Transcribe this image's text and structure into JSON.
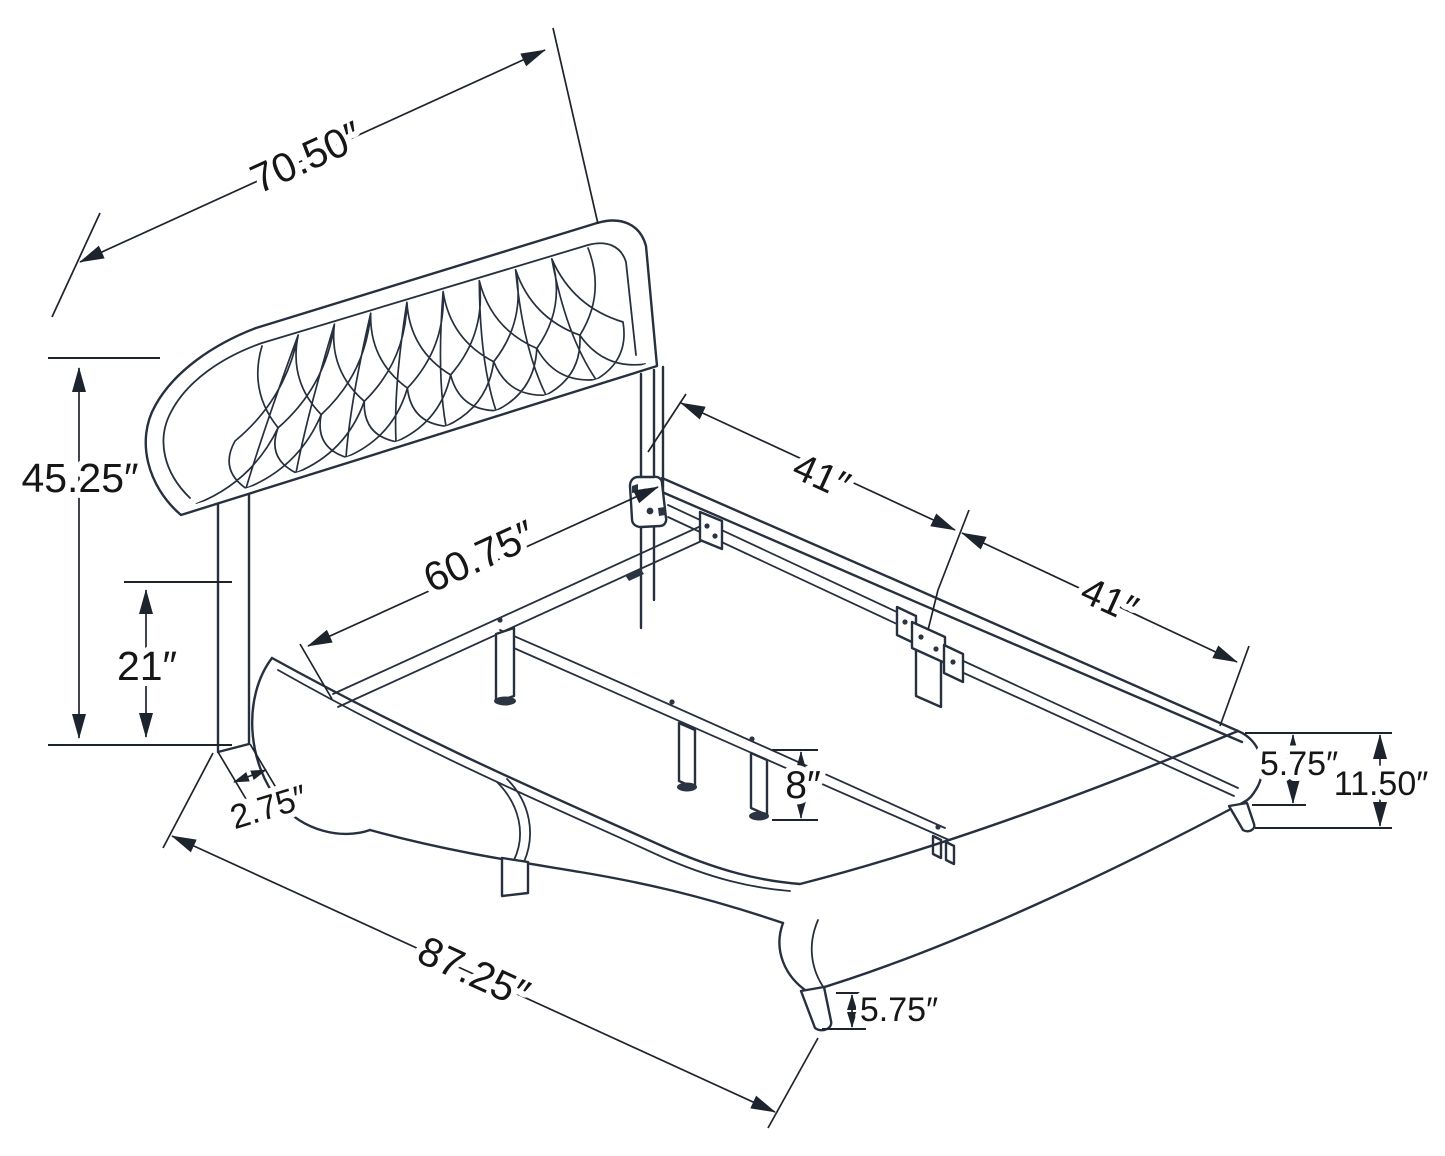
{
  "diagram": {
    "kind": "bed-frame dimension drawing",
    "colors": {
      "line": "#27303f",
      "dimension_line": "#1e242e",
      "text": "#161616",
      "background": "#ffffff"
    },
    "dims": {
      "headboard_width": "70.50″",
      "headboard_height": "45.25″",
      "headboard_leg_height": "21″",
      "headboard_leg_width": "2.75″",
      "support_rail_length": "60.75″",
      "side_rail_section_1": "41″",
      "side_rail_section_2": "41″",
      "center_support_leg_height": "8″",
      "footboard_rail_height": "5.75″",
      "footboard_total_height": "11.50″",
      "overall_length": "87.25″",
      "footboard_leg_height": "5.75″"
    }
  }
}
